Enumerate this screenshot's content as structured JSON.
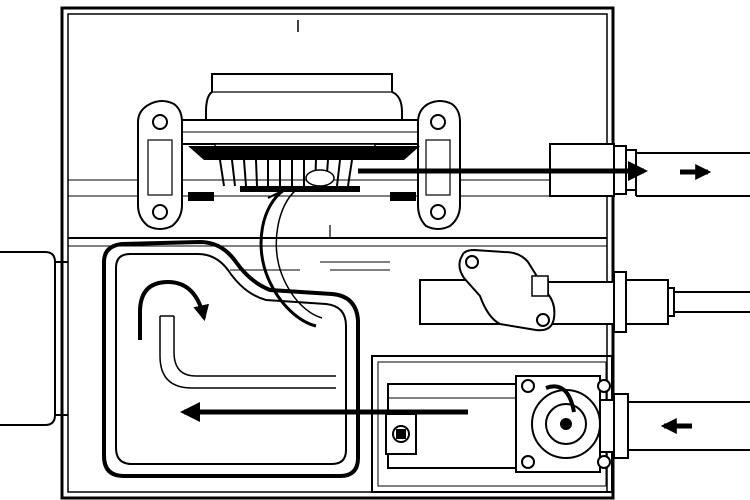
{
  "diagram": {
    "kind": "mechanical-schematic",
    "style": "black line art on white",
    "colors": {
      "background": "#ffffff",
      "line": "#000000",
      "shade": "#d9d9d9"
    },
    "components": [
      "housing",
      "top-unit",
      "mounting-flanges",
      "impeller",
      "outlet-pipe",
      "inlet-pipe",
      "side-fitting",
      "flange-plate",
      "chamber",
      "internal-tube",
      "lower-module",
      "valve-assembly",
      "left-cap",
      "small-connector"
    ],
    "flow_arrows": [
      "outlet-flow-arrow",
      "outlet-indicator-arrow",
      "inlet-flow-arrow",
      "inlet-indicator-arrow",
      "swirl-arrow",
      "riser-arrow"
    ]
  }
}
